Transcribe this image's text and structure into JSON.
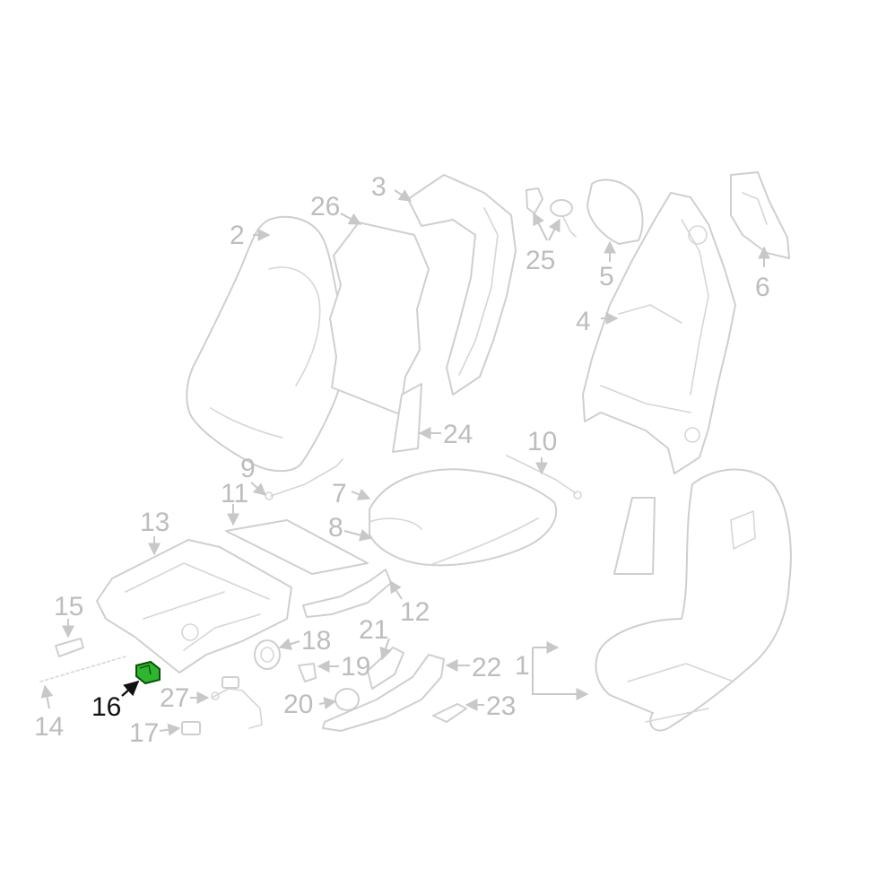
{
  "diagram": {
    "highlight_color": "#2fb52f",
    "highlighted_part": "16",
    "callouts": {
      "c1": "1",
      "c2": "2",
      "c3": "3",
      "c4": "4",
      "c5": "5",
      "c6": "6",
      "c7": "7",
      "c8": "8",
      "c9": "9",
      "c10": "10",
      "c11": "11",
      "c12": "12",
      "c13": "13",
      "c14": "14",
      "c15": "15",
      "c16": "16",
      "c17": "17",
      "c18": "18",
      "c19": "19",
      "c20": "20",
      "c21": "21",
      "c22": "22",
      "c23": "23",
      "c24": "24",
      "c25": "25",
      "c26": "26",
      "c27": "27"
    }
  }
}
